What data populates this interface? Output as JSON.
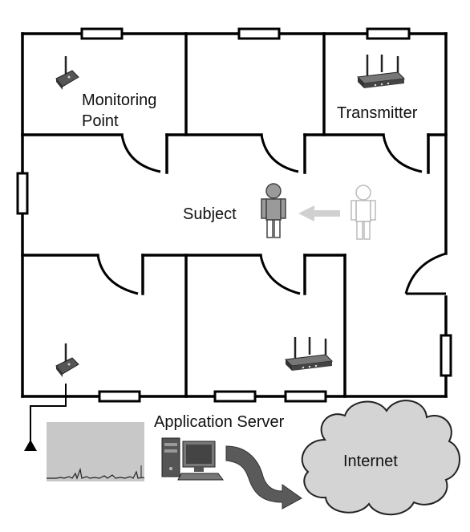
{
  "labels": {
    "monitoring_point_line1": "Monitoring",
    "monitoring_point_line2": "Point",
    "transmitter": "Transmitter",
    "subject": "Subject",
    "application_server": "Application Server",
    "internet": "Internet"
  },
  "icons": {
    "router_small": "router-icon",
    "router_large": "router-icon",
    "person": "person-icon",
    "computer": "computer-icon",
    "cloud": "cloud-icon",
    "arrow": "arrow-icon",
    "window": "window-icon",
    "door": "door-icon",
    "antenna_ground": "ground-icon"
  },
  "colors": {
    "walls": "#000000",
    "person_current": "#9a9a9a",
    "person_previous": "#cfcfcf",
    "move_arrow": "#d0d0d0",
    "cloud_fill": "#d4d4d4",
    "server_arrow": "#5a5a5a",
    "plot_background": "#c8c8c8"
  }
}
